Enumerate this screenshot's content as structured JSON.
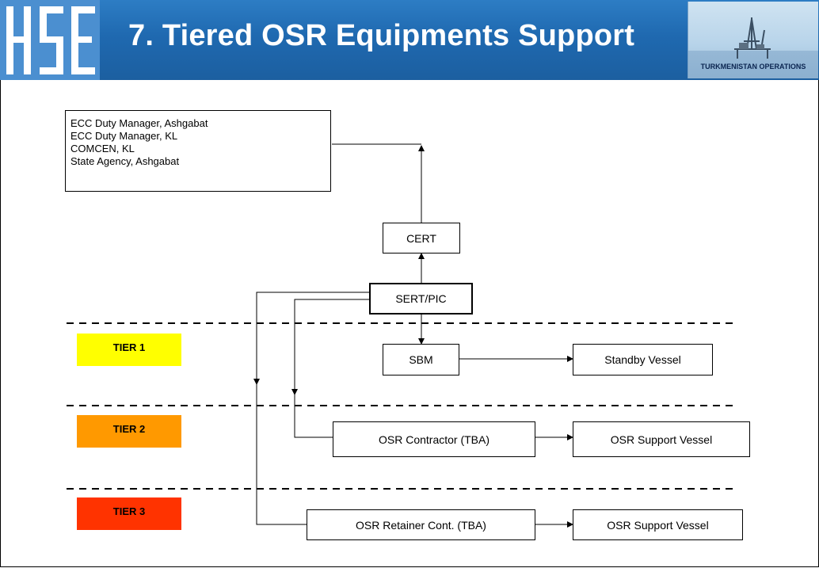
{
  "header": {
    "title": "7. Tiered OSR Equipments Support",
    "logo_text": "HSE",
    "badge": "TURKMENISTAN OPERATIONS",
    "background": "#1f69b0"
  },
  "info_box": {
    "lines": [
      "ECC Duty Manager, Ashgabat",
      "ECC Duty Manager, KL",
      "COMCEN, KL",
      "State Agency, Ashgabat"
    ]
  },
  "nodes": {
    "cert": "CERT",
    "sert": "SERT/PIC",
    "sbm": "SBM",
    "standby": "Standby Vessel",
    "osr_contractor": "OSR Contractor (TBA)",
    "osr_support_1": "OSR Support Vessel",
    "osr_retainer": "OSR Retainer Cont. (TBA)",
    "osr_support_2": "OSR Support Vessel"
  },
  "tiers": [
    {
      "label": "TIER 1",
      "color": "#ffff00"
    },
    {
      "label": "TIER 2",
      "color": "#ff9900"
    },
    {
      "label": "TIER 3",
      "color": "#ff3300"
    }
  ]
}
